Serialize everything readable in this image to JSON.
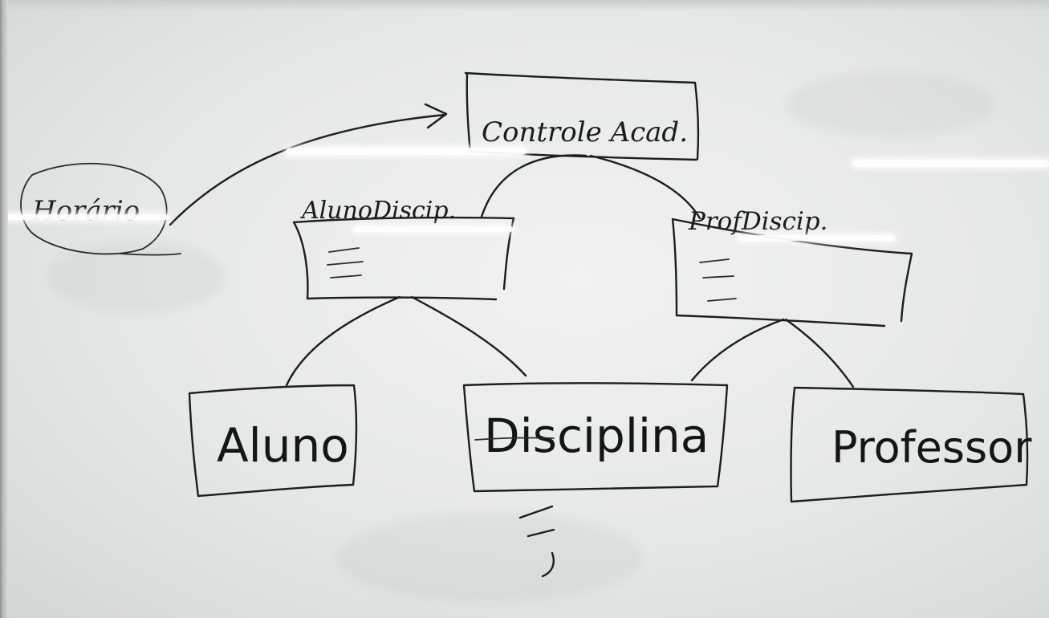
{
  "diagram": {
    "nodes": {
      "controle": "Controle Acad.",
      "horario": "Horário",
      "aluno_disc": "AlunoDiscip.",
      "prof_disc": "ProfDiscip.",
      "aluno": "Aluno",
      "disciplina": "Disciplina",
      "professor": "Professor"
    },
    "edges": [
      {
        "from": "horario",
        "to": "controle",
        "kind": "arrow"
      },
      {
        "from": "controle",
        "to": "aluno_disc",
        "kind": "line"
      },
      {
        "from": "controle",
        "to": "prof_disc",
        "kind": "line"
      },
      {
        "from": "aluno_disc",
        "to": "aluno",
        "kind": "line"
      },
      {
        "from": "aluno_disc",
        "to": "disciplina",
        "kind": "line"
      },
      {
        "from": "prof_disc",
        "to": "disciplina",
        "kind": "line"
      },
      {
        "from": "prof_disc",
        "to": "professor",
        "kind": "line"
      }
    ],
    "ink_color": "#1c1d1d",
    "board_color": "#ebecec"
  }
}
